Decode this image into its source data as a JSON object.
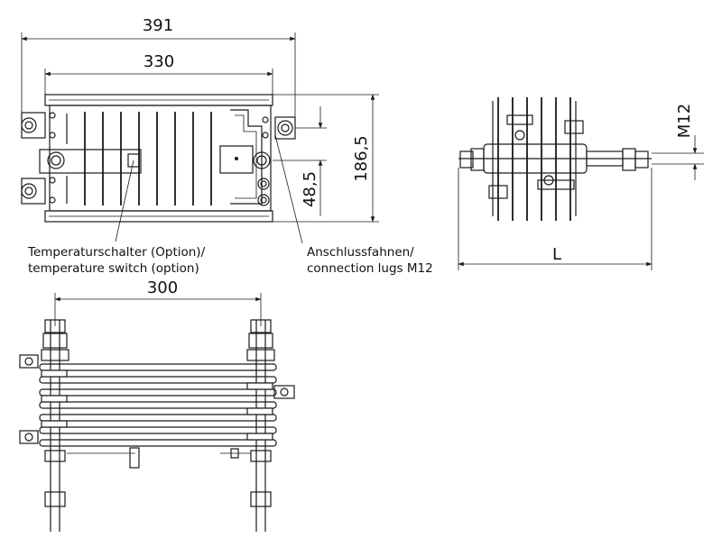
{
  "dimensions": {
    "width_total": "391",
    "width_inner": "330",
    "height_total": "186,5",
    "lug_offset": "48,5",
    "bolt_spacing": "300",
    "length": "L",
    "thread": "M12"
  },
  "annotations": {
    "temperature_switch_de": "Temperaturschalter (Option)/",
    "temperature_switch_en": "temperature switch (option)",
    "lugs_de": "Anschlussfahnen/",
    "lugs_en": "connection lugs M12"
  }
}
